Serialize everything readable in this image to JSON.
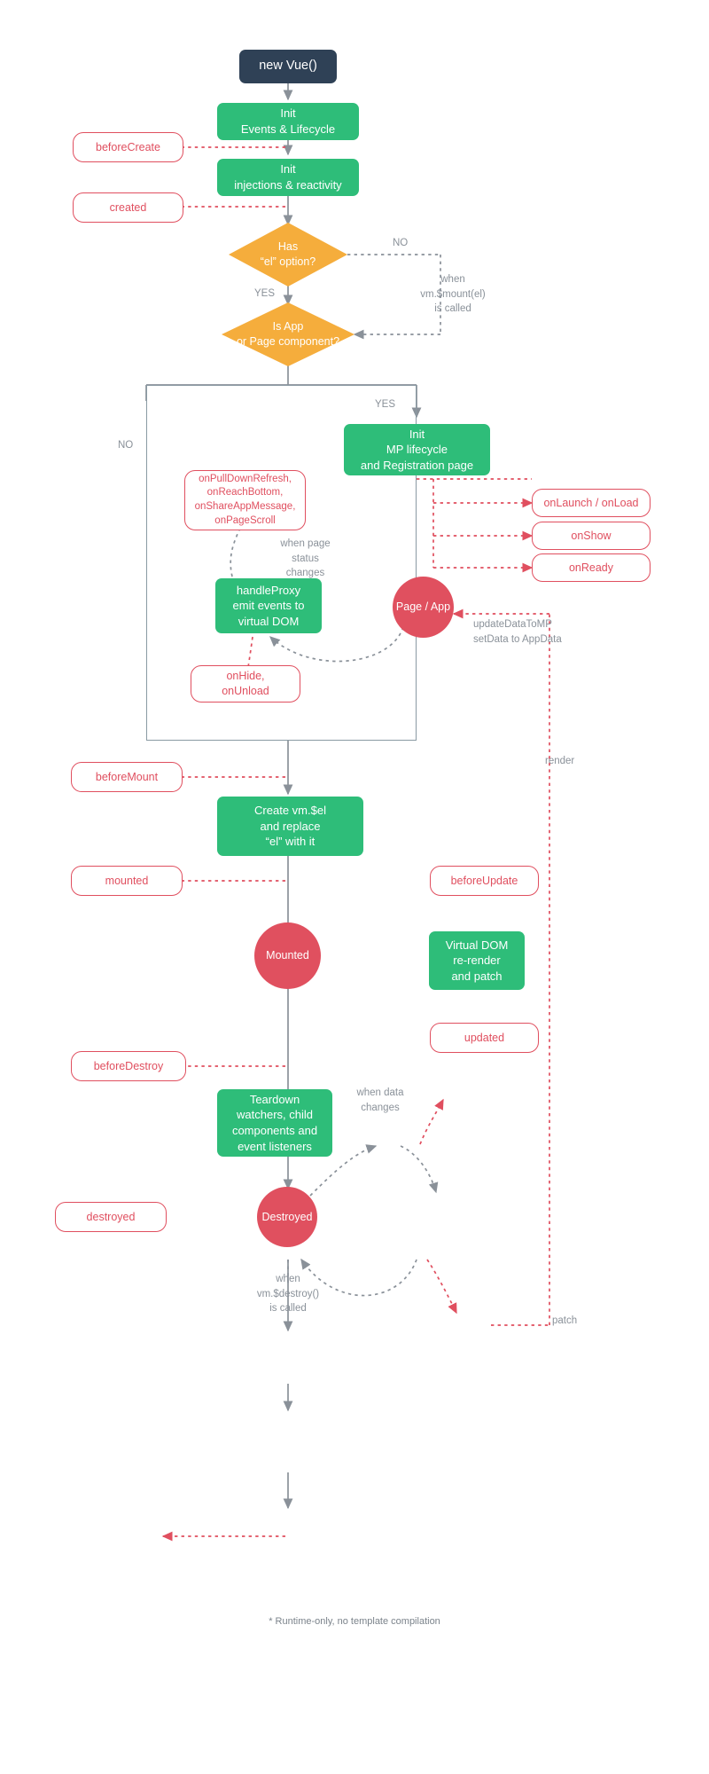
{
  "diagram": {
    "title": "Vue / Mini-Program Lifecycle",
    "footnote": "* Runtime-only, no template compilation",
    "colors": {
      "dark": "#2f4156",
      "green": "#2ebd79",
      "orange": "#f5ad3c",
      "pink": "#e04f5f",
      "grey": "#8a9199",
      "background": "#ffffff"
    }
  },
  "nodes": {
    "new_vue": "new Vue()",
    "init_events": "Init\nEvents & Lifecycle",
    "before_create": "beforeCreate",
    "init_injections": "Init\ninjections & reactivity",
    "created": "created",
    "has_el": "Has\n“el” option?",
    "is_app_or_page": "Is App\nor Page component?",
    "init_mp": "Init\nMP lifecycle\nand Registration page",
    "mp_hooks": "onPullDownRefresh,\nonReachBottom,\nonShareAppMessage,\nonPageScroll",
    "on_launch_on_load": "onLaunch / onLoad",
    "on_show": "onShow",
    "on_ready": "onReady",
    "handle_proxy": "handleProxy\nemit events to\nvirtual DOM",
    "page_app": "Page / App",
    "on_hide_unload": "onHide,\nonUnload",
    "before_mount": "beforeMount",
    "create_vm_el": "Create vm.$el\nand replace\n“el” with it",
    "mounted_hook": "mounted",
    "mounted_state": "Mounted",
    "before_update": "beforeUpdate",
    "virtual_dom": "Virtual DOM\nre-render\nand patch",
    "updated": "updated",
    "before_destroy": "beforeDestroy",
    "teardown": "Teardown\nwatchers, child\ncomponents and\nevent listeners",
    "destroyed_state": "Destroyed",
    "destroyed_hook": "destroyed"
  },
  "labels": {
    "no_1": "NO",
    "yes_1": "YES",
    "no_2": "NO",
    "yes_2": "YES",
    "when_mount_called": "when\nvm.$mount(el)\nis called",
    "when_page_status": "when page\nstatus\nchanges",
    "update_data_to_mp": "updateDataToMP\nsetData to AppData",
    "render": "render",
    "when_data_changes": "when data\nchanges",
    "when_destroy_called": "when\nvm.$destroy()\nis called",
    "patch": "patch"
  }
}
